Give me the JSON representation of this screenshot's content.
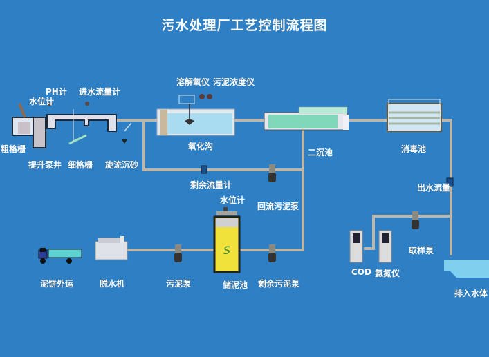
{
  "title": "污水处理厂工艺控制流程图",
  "colors": {
    "background": "#2e7fc3",
    "pipe": "#b8b8b0",
    "water": "#a9dcf0",
    "sludge_tank": "#f0e23a",
    "discharge_water": "#7fd0ef"
  },
  "labels": {
    "coarse_screen": "粗格栅",
    "water_level_meter_1": "水位计",
    "ph_meter": "PH计",
    "inflow_meter": "进水流量计",
    "lift_pump_well": "提升泵井",
    "fine_screen": "细格栅",
    "vortex_grit": "旋流沉砂",
    "do_meter": "溶解氧仪",
    "sludge_conc_meter": "污泥浓度仪",
    "oxidation_ditch": "氧化沟",
    "secondary_clarifier": "二沉池",
    "disinfection_tank": "消毒池",
    "excess_flow_meter": "剩余流量计",
    "return_sludge_pump": "回流污泥泵",
    "water_level_meter_2": "水位计",
    "outflow_meter": "出水流量",
    "sampling_pump": "取样泵",
    "cod": "COD",
    "ammonia_meter": "氨氮仪",
    "discharge": "排入水体",
    "sludge_cake_transport": "泥饼外运",
    "dewatering_machine": "脱水机",
    "sludge_pump": "污泥泵",
    "sludge_storage_tank": "储泥池",
    "excess_sludge_pump": "剩余污泥泵"
  }
}
